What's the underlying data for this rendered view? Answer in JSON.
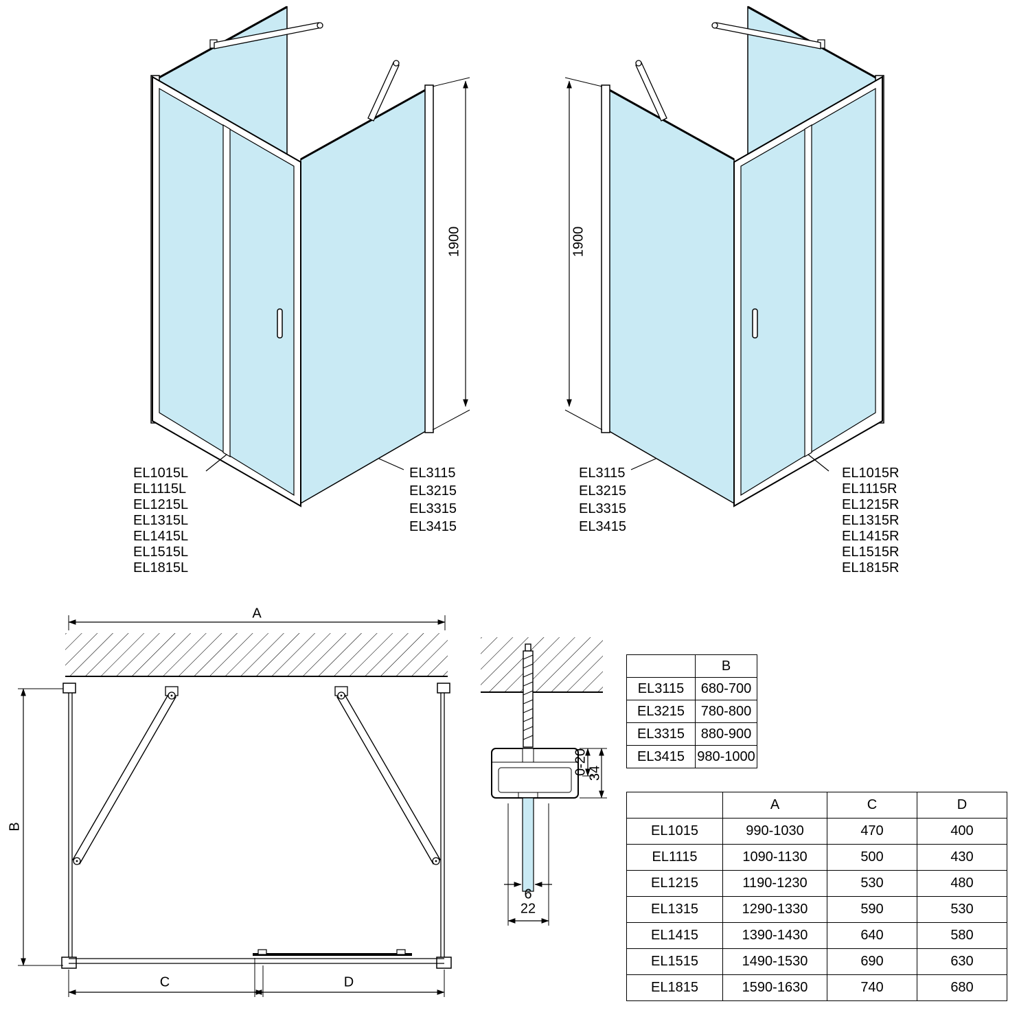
{
  "colors": {
    "glass": "#c9eaf4"
  },
  "left_view": {
    "height_dim": "1900",
    "door_labels": [
      "EL1015L",
      "EL1115L",
      "EL1215L",
      "EL1315L",
      "EL1415L",
      "EL1515L",
      "EL1815L"
    ],
    "side_labels": [
      "EL3115",
      "EL3215",
      "EL3315",
      "EL3415"
    ]
  },
  "right_view": {
    "height_dim": "1900",
    "side_labels": [
      "EL3115",
      "EL3215",
      "EL3315",
      "EL3415"
    ],
    "door_labels": [
      "EL1015R",
      "EL1115R",
      "EL1215R",
      "EL1315R",
      "EL1415R",
      "EL1515R",
      "EL1815R"
    ]
  },
  "plan_view": {
    "dim_a": "A",
    "dim_b": "B",
    "dim_c": "C",
    "dim_d": "D"
  },
  "detail_view": {
    "dim_adjust": "0-20",
    "dim_profile_height": "34",
    "dim_glass_thickness": "6",
    "dim_track_width": "22"
  },
  "tables": {
    "b_table": {
      "headers": [
        "",
        "B"
      ],
      "rows": [
        {
          "model": "EL3115",
          "b": "680-700"
        },
        {
          "model": "EL3215",
          "b": "780-800"
        },
        {
          "model": "EL3315",
          "b": "880-900"
        },
        {
          "model": "EL3415",
          "b": "980-1000"
        }
      ]
    },
    "acd_table": {
      "headers": [
        "",
        "A",
        "C",
        "D"
      ],
      "rows": [
        {
          "model": "EL1015",
          "a": "990-1030",
          "c": "470",
          "d": "400"
        },
        {
          "model": "EL1115",
          "a": "1090-1130",
          "c": "500",
          "d": "430"
        },
        {
          "model": "EL1215",
          "a": "1190-1230",
          "c": "530",
          "d": "480"
        },
        {
          "model": "EL1315",
          "a": "1290-1330",
          "c": "590",
          "d": "530"
        },
        {
          "model": "EL1415",
          "a": "1390-1430",
          "c": "640",
          "d": "580"
        },
        {
          "model": "EL1515",
          "a": "1490-1530",
          "c": "690",
          "d": "630"
        },
        {
          "model": "EL1815",
          "a": "1590-1630",
          "c": "740",
          "d": "680"
        }
      ]
    }
  }
}
